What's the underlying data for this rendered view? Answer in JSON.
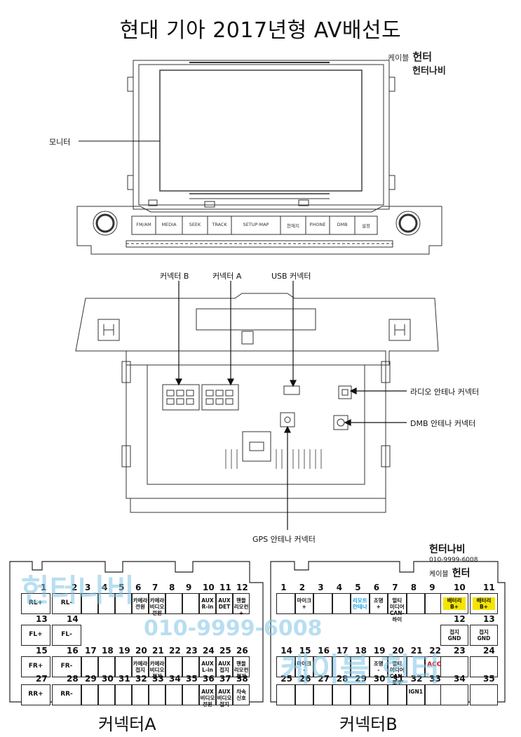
{
  "title": "현대 기아 2017년형 AV배선도",
  "watermark_top": {
    "line1_small": "케이블",
    "line1_big": "헌터",
    "line2": "헌터나비"
  },
  "watermark_mid": {
    "name": "헌터나비",
    "phone": "010-9999-6008",
    "cable": "케이블",
    "hunter": "헌터"
  },
  "watermark_faint": {
    "a": "헌터나비",
    "b": "010-9999-6008",
    "c": "케이블 헌터"
  },
  "labels": {
    "monitor": "모니터",
    "connector_b_top": "커넥터 B",
    "connector_a_top": "커넥터 A",
    "usb": "USB 커넥터",
    "radio_antenna": "라디오 안테나 커넥터",
    "dmb_antenna": "DMB 안테나 커넥터",
    "gps_antenna": "GPS 안테나 커넥터"
  },
  "head_unit_buttons": [
    "FM/AM",
    "MEDIA",
    "SEEK",
    "TRACK",
    "SETUP·MAP",
    "현재지",
    "PHONE",
    "DMB",
    "설정"
  ],
  "connector_a": {
    "caption": "커넥터A",
    "pins": [
      {
        "n": "1",
        "label": "RL+"
      },
      {
        "n": "2",
        "label": "RL-"
      },
      {
        "n": "3",
        "label": ""
      },
      {
        "n": "4",
        "label": ""
      },
      {
        "n": "5",
        "label": ""
      },
      {
        "n": "6",
        "label": "카메라\n전원"
      },
      {
        "n": "7",
        "label": "카메라\n비디오\n전원"
      },
      {
        "n": "8",
        "label": ""
      },
      {
        "n": "9",
        "label": ""
      },
      {
        "n": "10",
        "label": "AUX\nR-in"
      },
      {
        "n": "11",
        "label": "AUX\nDET"
      },
      {
        "n": "12",
        "label": "핸들\n리모컨\n+"
      },
      {
        "n": "13",
        "label": "FL+"
      },
      {
        "n": "14",
        "label": "FL-"
      },
      {
        "n": "15",
        "label": "FR+"
      },
      {
        "n": "16",
        "label": "FR-"
      },
      {
        "n": "17",
        "label": ""
      },
      {
        "n": "18",
        "label": ""
      },
      {
        "n": "19",
        "label": ""
      },
      {
        "n": "20",
        "label": "카메라\n접지"
      },
      {
        "n": "21",
        "label": "카메라\n비디오\n접지"
      },
      {
        "n": "22",
        "label": ""
      },
      {
        "n": "23",
        "label": ""
      },
      {
        "n": "24",
        "label": "AUX\nL-in"
      },
      {
        "n": "25",
        "label": "AUX\n접지"
      },
      {
        "n": "26",
        "label": "핸들\n리모컨\n접지"
      },
      {
        "n": "27",
        "label": "RR+"
      },
      {
        "n": "28",
        "label": "RR-"
      },
      {
        "n": "29",
        "label": ""
      },
      {
        "n": "30",
        "label": ""
      },
      {
        "n": "31",
        "label": ""
      },
      {
        "n": "32",
        "label": ""
      },
      {
        "n": "33",
        "label": ""
      },
      {
        "n": "34",
        "label": ""
      },
      {
        "n": "35",
        "label": ""
      },
      {
        "n": "36",
        "label": "AUX\n비디오\n전원"
      },
      {
        "n": "37",
        "label": "AUX\n비디오\n접지"
      },
      {
        "n": "38",
        "label": "차속\n신호"
      }
    ]
  },
  "connector_b": {
    "caption": "커넥터B",
    "pins": [
      {
        "n": "1",
        "label": ""
      },
      {
        "n": "2",
        "label": "마이크\n+"
      },
      {
        "n": "3",
        "label": ""
      },
      {
        "n": "4",
        "label": ""
      },
      {
        "n": "5",
        "label": "리모트\n안테나"
      },
      {
        "n": "6",
        "label": "조명\n+"
      },
      {
        "n": "7",
        "label": "멀티\n미디어\nCAN-하이"
      },
      {
        "n": "8",
        "label": ""
      },
      {
        "n": "9",
        "label": ""
      },
      {
        "n": "10",
        "label": "배터리\nB+"
      },
      {
        "n": "11",
        "label": "배터리\nB+"
      },
      {
        "n": "12",
        "label": "접지\nGND"
      },
      {
        "n": "13",
        "label": "접지\nGND"
      },
      {
        "n": "14",
        "label": ""
      },
      {
        "n": "15",
        "label": "마이크\n-"
      },
      {
        "n": "16",
        "label": ""
      },
      {
        "n": "17",
        "label": ""
      },
      {
        "n": "18",
        "label": ""
      },
      {
        "n": "19",
        "label": "조명\n-"
      },
      {
        "n": "20",
        "label": "멀티\n미디어\nCAN-로우"
      },
      {
        "n": "21",
        "label": ""
      },
      {
        "n": "22",
        "label": "ACC"
      },
      {
        "n": "23",
        "label": ""
      },
      {
        "n": "24",
        "label": ""
      },
      {
        "n": "25",
        "label": ""
      },
      {
        "n": "26",
        "label": ""
      },
      {
        "n": "27",
        "label": ""
      },
      {
        "n": "28",
        "label": ""
      },
      {
        "n": "29",
        "label": ""
      },
      {
        "n": "30",
        "label": ""
      },
      {
        "n": "31",
        "label": ""
      },
      {
        "n": "32",
        "label": "IGN1"
      },
      {
        "n": "33",
        "label": ""
      },
      {
        "n": "34",
        "label": ""
      },
      {
        "n": "35",
        "label": ""
      }
    ]
  },
  "colors": {
    "battery_bg": "#f5e400",
    "acc_text": "#e00000",
    "remote_text": "#1aa0e0",
    "line": "#222222",
    "watermark": "#7fc4e6"
  }
}
